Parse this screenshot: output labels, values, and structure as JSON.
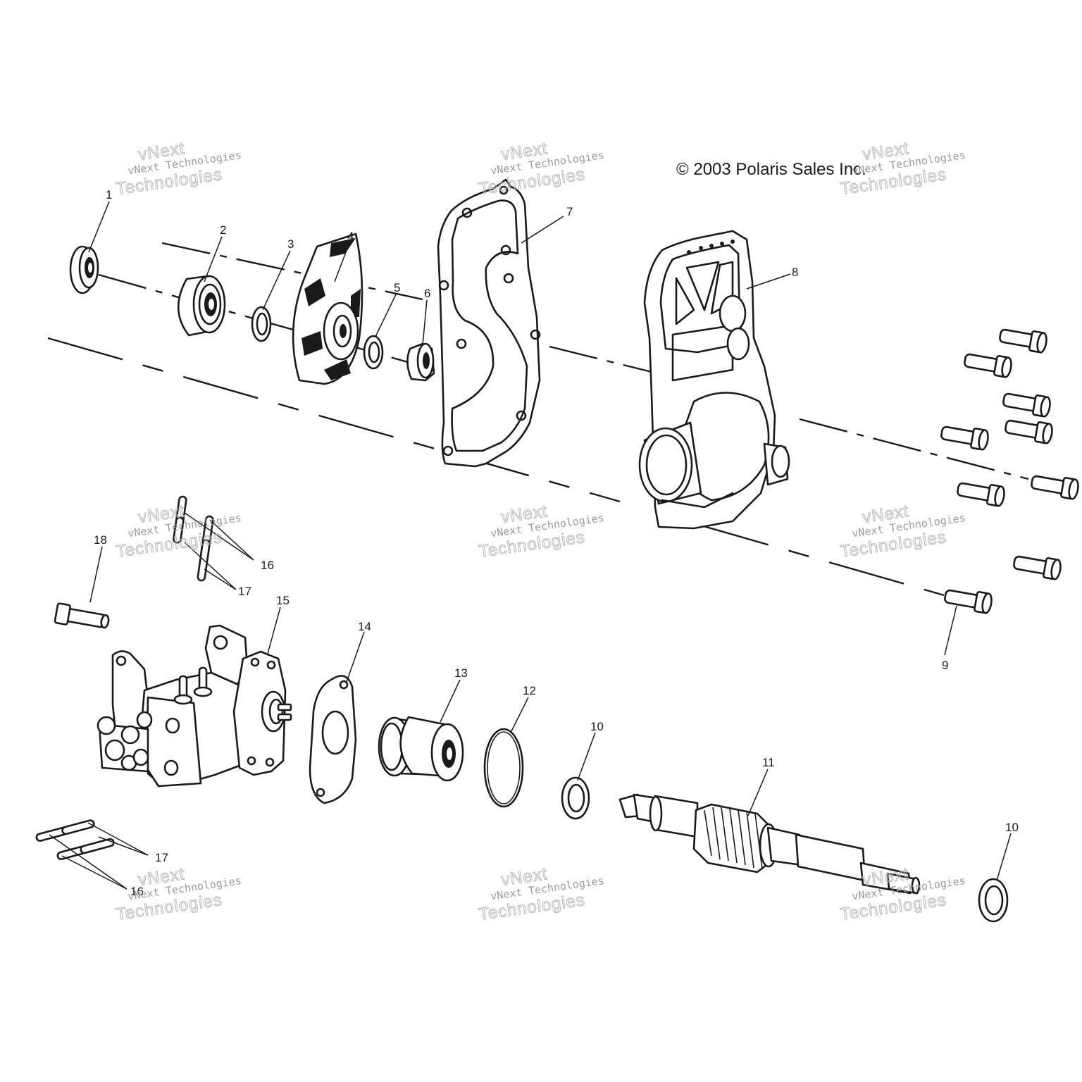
{
  "copyright": "© 2003 Polaris Sales Inc.",
  "watermark": {
    "line_brand": "vNext",
    "line_small": "vNext Technologies",
    "line_large": "Technologies"
  },
  "callouts": {
    "p1": "1",
    "p2": "2",
    "p3": "3",
    "p4": "4",
    "p5": "5",
    "p6": "6",
    "p7": "7",
    "p8": "8",
    "p9": "9",
    "p10a": "10",
    "p10b": "10",
    "p11": "11",
    "p12": "12",
    "p13": "13",
    "p14": "14",
    "p15": "15",
    "p16a": "16",
    "p16b": "16",
    "p17a": "17",
    "p17b": "17",
    "p18": "18"
  }
}
